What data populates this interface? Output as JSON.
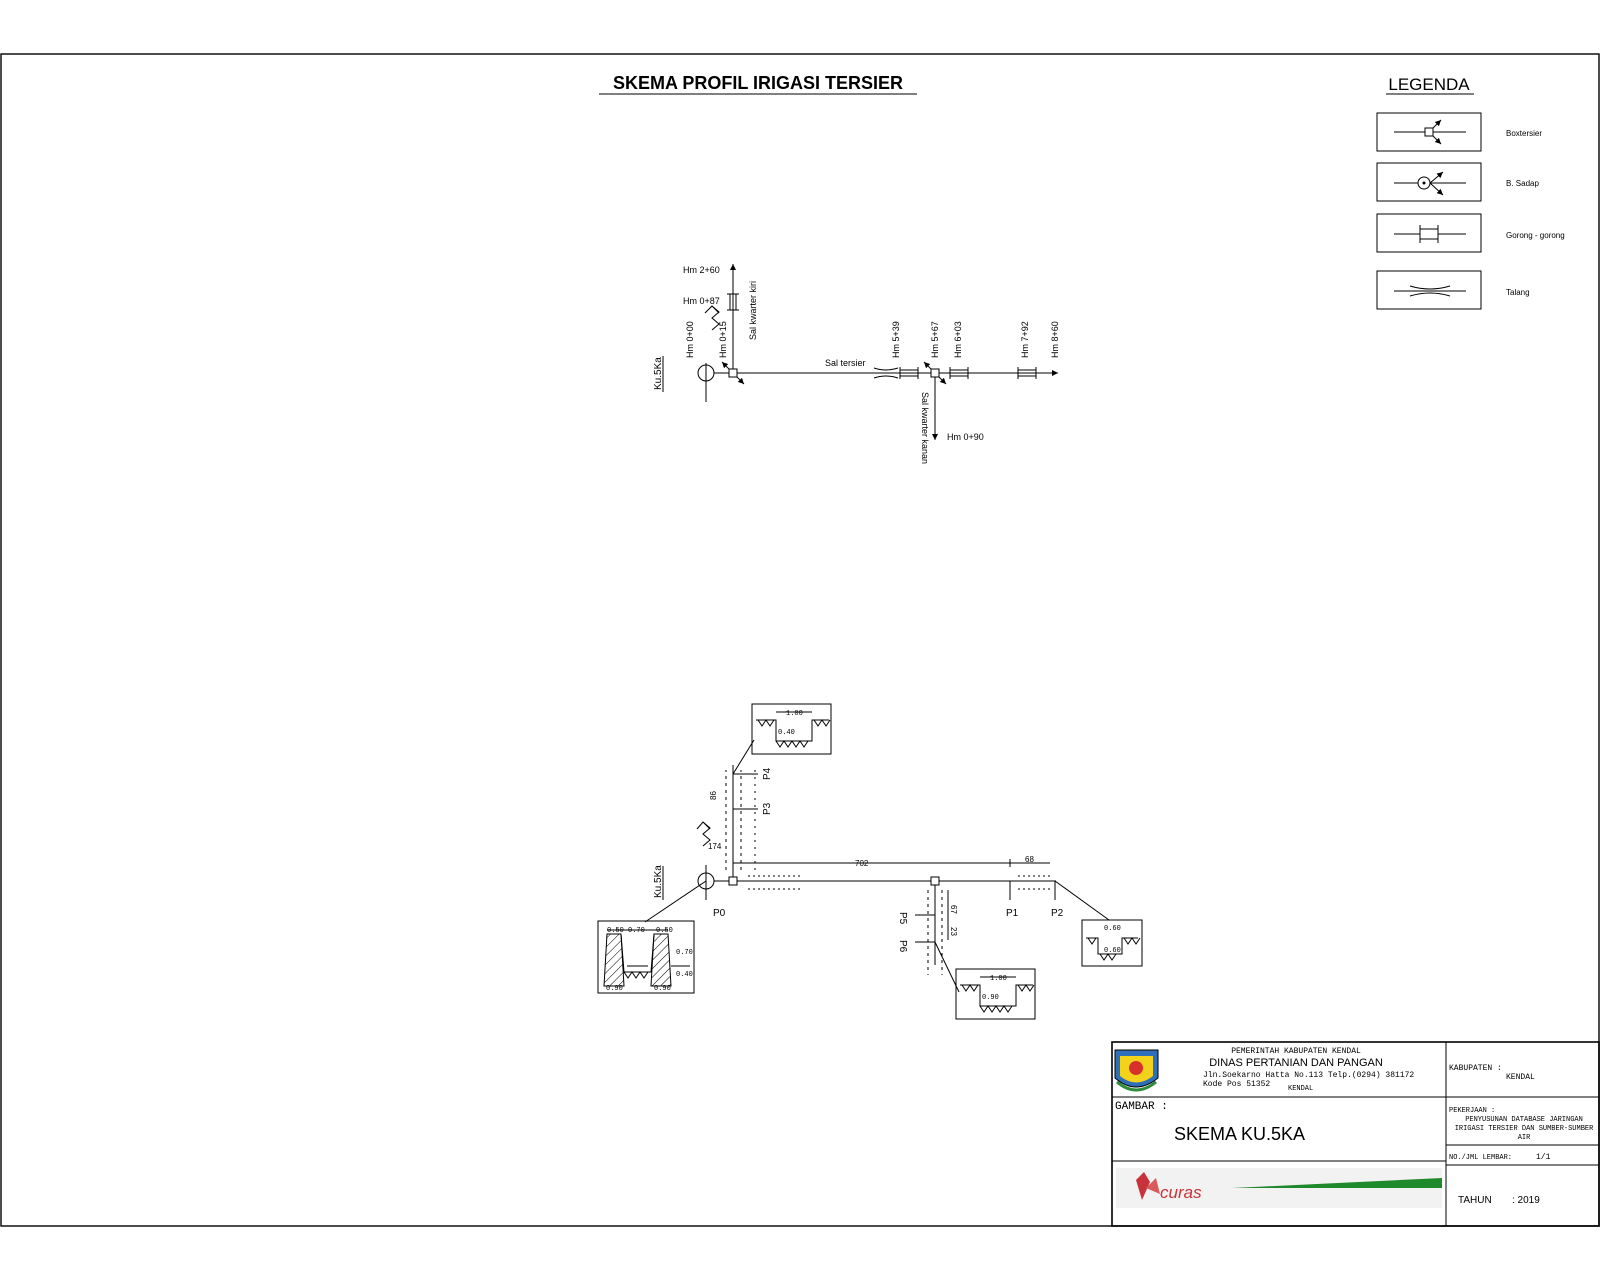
{
  "header": {
    "title": "SKEMA PROFIL IRIGASI TERSIER",
    "legend_title": "LEGENDA"
  },
  "legend": [
    {
      "label": "Boxtersier",
      "icon": "box-tersier-icon"
    },
    {
      "label": "B. Sadap",
      "icon": "bangunan-sadap-icon"
    },
    {
      "label": "Gorong - gorong",
      "icon": "gorong-gorong-icon"
    },
    {
      "label": "Talang",
      "icon": "talang-icon"
    }
  ],
  "schema": {
    "node": "Ku.5Ka",
    "stations_vertical": [
      "Hm 2+60",
      "Hm 0+87"
    ],
    "stations_rotated": [
      "Hm 0+00",
      "Hm 0+15",
      "Hm 5+39",
      "Hm 5+67",
      "Hm 6+03",
      "Hm 7+92",
      "Hm 8+60"
    ],
    "channels": {
      "left_quarter": "Sal kwarter kiri",
      "tertiary": "Sal tersier",
      "right_quarter": "Sal kwarter kanan"
    },
    "station_right_quarter_end": "Hm 0+90"
  },
  "profile": {
    "node": "Ku.5Ka",
    "points": [
      "P0",
      "P1",
      "P2",
      "P3",
      "P4",
      "P5",
      "P6"
    ],
    "distances": [
      "702",
      "68",
      "86",
      "174",
      "67",
      "23"
    ],
    "sections": {
      "p4": [
        "1.00",
        "0.40"
      ],
      "p0": [
        "0.50",
        "0.70",
        "0.50",
        "0.70",
        "0.40",
        "0.90",
        "0.90"
      ],
      "p2": [
        "0.60",
        "0.60"
      ],
      "p6": [
        "1.00",
        "0.90"
      ]
    }
  },
  "titleblock": {
    "agency_line1": "PEMERINTAH KABUPATEN KENDAL",
    "agency_line2": "DINAS PERTANIAN DAN PANGAN",
    "address": "Jln.Soekarno Hatta No.113 Telp.(0294) 381172",
    "postcode": "Kode Pos 51352",
    "city": "KENDAL",
    "kabupaten_label": "KABUPATEN :",
    "kabupaten_value": "KENDAL",
    "gambar_label": "GAMBAR :",
    "gambar_value": "SKEMA KU.5KA",
    "pekerjaan_label": "PEKERJAAN :",
    "pekerjaan_line1": "PENYUSUNAN DATABASE JARINGAN",
    "pekerjaan_line2": "IRIGASI TERSIER DAN SUMBER-SUMBER",
    "pekerjaan_line3": "AIR",
    "lembar_label": "NO./JML LEMBAR:",
    "lembar_value": "1/1",
    "tahun_label": "TAHUN",
    "tahun_value": ": 2019",
    "consultant_logo_text": "curas"
  }
}
